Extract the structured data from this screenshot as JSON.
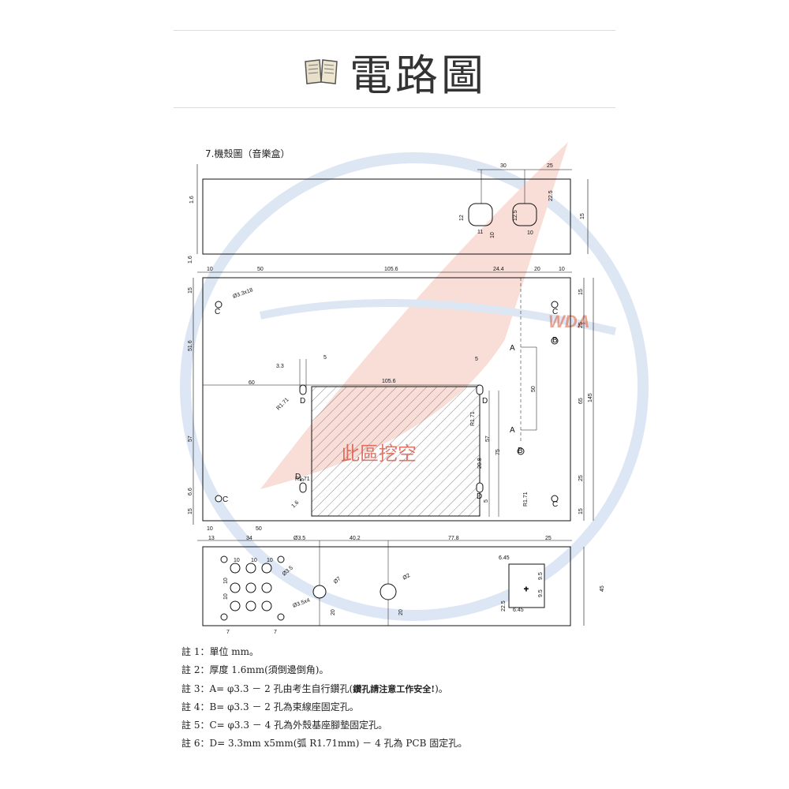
{
  "header": {
    "title": "電路圖",
    "icon": "book-icon"
  },
  "figure": {
    "caption": "7.機殼圖（音樂盒）",
    "watermark_text": "此區挖空",
    "watermark_logo": "WDA",
    "colors": {
      "line": "#111111",
      "hatch": "#444444",
      "watermark_red": "#d84a3a",
      "watermark_blue": "#9fb8df"
    },
    "top_view": {
      "dims": [
        "30",
        "25",
        "22.5",
        "15",
        "1.6",
        "12",
        "11",
        "10",
        "12.5",
        "10"
      ]
    },
    "main_view": {
      "dims_top": [
        "10",
        "50",
        "105.6",
        "24.4",
        "20",
        "10"
      ],
      "dims_left": [
        "1.6",
        "15",
        "51.6",
        "57",
        "6.6",
        "15"
      ],
      "dims_right": [
        "15",
        "25",
        "65",
        "145",
        "25",
        "15"
      ],
      "inner_dims": [
        "3.3",
        "5",
        "60",
        "105.6",
        "R1.71",
        "5",
        "50",
        "57",
        "75",
        "R1.71",
        "20.8",
        "5",
        "R1.71",
        "1.6",
        "R1.71",
        "5"
      ],
      "cutout_dim": "105.6",
      "dims_bottom": [
        "10",
        "50"
      ],
      "hole_labels": [
        "C",
        "C",
        "C",
        "C",
        "A",
        "A",
        "B",
        "B",
        "D",
        "D",
        "D",
        "D"
      ],
      "hole_note": "Ø3.3x18"
    },
    "bottom_view": {
      "dims_top": [
        "13",
        "34",
        "Ø3.5",
        "40.2",
        "77.8",
        "25"
      ],
      "dims_inner": [
        "10",
        "10",
        "10",
        "10",
        "10",
        "Ø3.5",
        "Ø7",
        "Ø2",
        "Ø3.5x4",
        "20",
        "20",
        "6.45",
        "9.5",
        "9.5",
        "22.5",
        "6.45",
        "45",
        "7",
        "7"
      ]
    }
  },
  "notes": [
    {
      "prefix": "註 1：",
      "text": "單位 mm。",
      "bold": "",
      "tail": ""
    },
    {
      "prefix": "註 2：",
      "text": "厚度 1.6mm(須倒邊倒角)。",
      "bold": "",
      "tail": ""
    },
    {
      "prefix": "註 3：",
      "text": "A= φ3.3 － 2 孔由考生自行鑽孔(",
      "bold": "鑽孔請注意工作安全!",
      "tail": ")。"
    },
    {
      "prefix": "註 4：",
      "text": "B= φ3.3 － 2 孔為束線座固定孔。",
      "bold": "",
      "tail": ""
    },
    {
      "prefix": "註 5：",
      "text": "C= φ3.3 － 4 孔為外殼基座腳墊固定孔。",
      "bold": "",
      "tail": ""
    },
    {
      "prefix": "註 6：",
      "text": "D= 3.3mm x5mm(弧 R1.71mm) － 4 孔為 PCB 固定孔。",
      "bold": "",
      "tail": ""
    }
  ]
}
